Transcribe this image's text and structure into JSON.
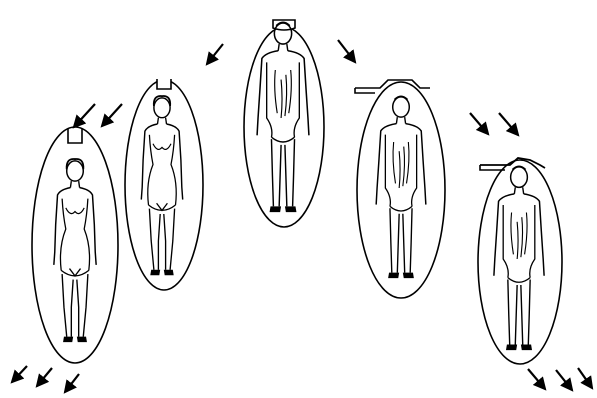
{
  "figures": [
    {
      "id": "far-left",
      "sex": "female",
      "cap": "notch-top"
    },
    {
      "id": "left",
      "sex": "female",
      "cap": "notch-top"
    },
    {
      "id": "center",
      "sex": "male",
      "cap": "notch-top"
    },
    {
      "id": "right",
      "sex": "male",
      "cap": "wing-left"
    },
    {
      "id": "far-right",
      "sex": "male",
      "cap": "wing-left"
    }
  ],
  "arrows": [
    {
      "group": "upper-left",
      "count": 1
    },
    {
      "group": "left-pair",
      "count": 2
    },
    {
      "group": "upper-right",
      "count": 1
    },
    {
      "group": "right-pair",
      "count": 2
    },
    {
      "group": "bottom-left",
      "count": 3
    },
    {
      "group": "bottom-right",
      "count": 3
    }
  ],
  "colors": {
    "ink": "#000000",
    "background": "#ffffff"
  }
}
